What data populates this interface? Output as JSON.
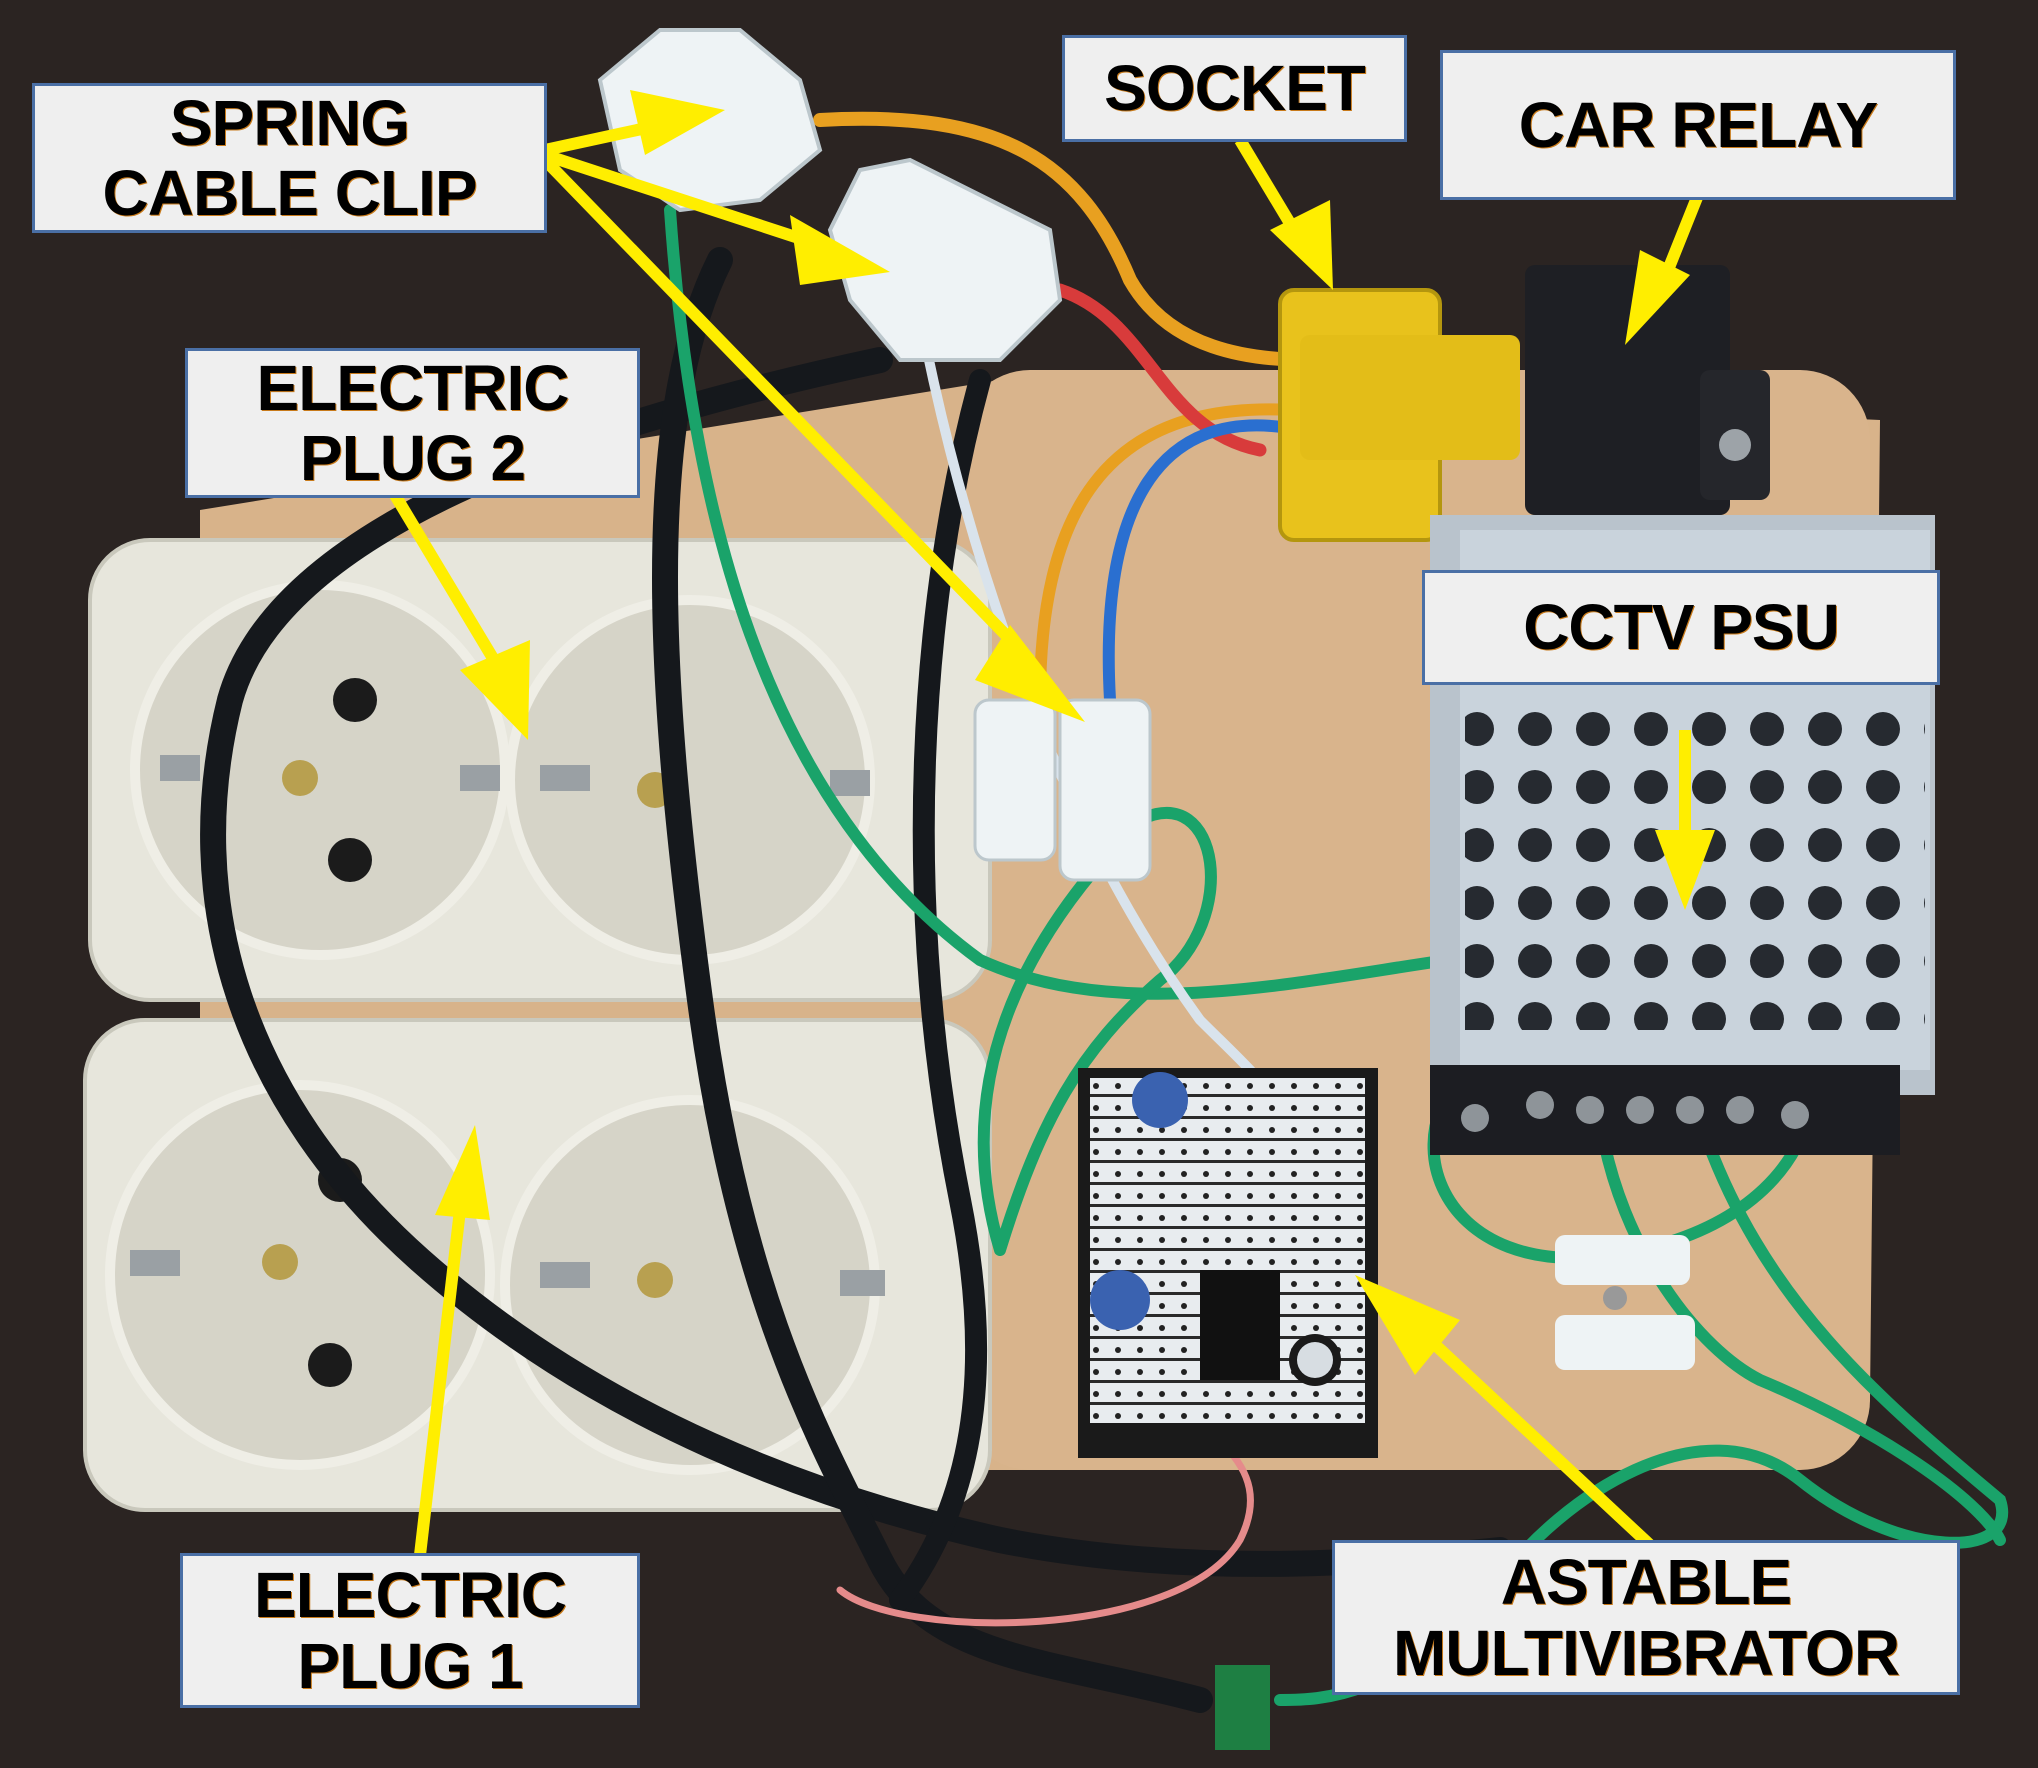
{
  "title": "Annotated photo of CCTV timer/relay switching board",
  "colors": {
    "background": "#2b2422",
    "board": "#d9b48c",
    "label_fill": "#efefef",
    "label_border": "#4a6fa5",
    "arrow": "#ffee00",
    "wire_green": "#1aa36a",
    "wire_orange": "#e8a020",
    "wire_red": "#d83b3b",
    "wire_blue": "#2a6fd0",
    "socket_yellow": "#e8c21c",
    "relay_black": "#1e1f24",
    "psu_metal": "#c9d3dc",
    "outlet_white": "#e7e6dc",
    "pcb": "#e8ecef"
  },
  "labels": {
    "spring_cable_clip": {
      "line1": "SPRING",
      "line2": "CABLE CLIP"
    },
    "socket": {
      "line1": "SOCKET"
    },
    "car_relay": {
      "line1": "CAR RELAY"
    },
    "electric_plug_2": {
      "line1": "ELECTRIC",
      "line2": "PLUG 2"
    },
    "cctv_psu": {
      "line1": "CCTV PSU"
    },
    "electric_plug_1": {
      "line1": "ELECTRIC",
      "line2": "PLUG 1"
    },
    "astable_multivibrator": {
      "line1": "ASTABLE",
      "line2": "MULTIVIBRATOR"
    }
  },
  "components": [
    "spring cable clip (x3)",
    "relay socket",
    "car relay",
    "electric plug 2 (double outlet)",
    "electric plug 1 (double outlet)",
    "CCTV power supply unit",
    "astable multivibrator stripboard"
  ]
}
